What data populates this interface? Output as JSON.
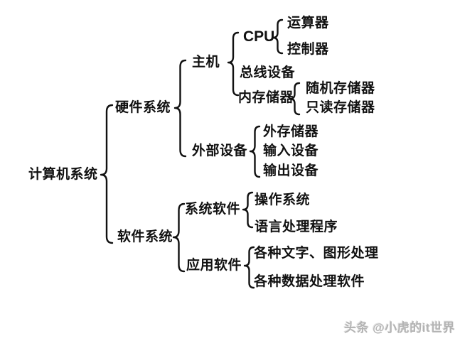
{
  "diagram": {
    "type": "tree-diagram",
    "tree": {
      "root": "计算机系统",
      "children": [
        {
          "label": "硬件系统",
          "children": [
            {
              "label": "主机",
              "children": [
                {
                  "label": "CPU",
                  "children": [
                    {
                      "label": "运算器"
                    },
                    {
                      "label": "控制器"
                    }
                  ]
                },
                {
                  "label": "总线设备"
                },
                {
                  "label": "内存储器",
                  "children": [
                    {
                      "label": "随机存储器"
                    },
                    {
                      "label": "只读存储器"
                    }
                  ]
                }
              ]
            },
            {
              "label": "外部设备",
              "children": [
                {
                  "label": "外存储器"
                },
                {
                  "label": "输入设备"
                },
                {
                  "label": "输出设备"
                }
              ]
            }
          ]
        },
        {
          "label": "软件系统",
          "children": [
            {
              "label": "系统软件",
              "children": [
                {
                  "label": "操作系统"
                },
                {
                  "label": "语言处理程序"
                }
              ]
            },
            {
              "label": "应用软件",
              "children": [
                {
                  "label": "各种文字、图形处理"
                },
                {
                  "label": "各种数据处理软件"
                }
              ]
            }
          ]
        }
      ]
    },
    "colors": {
      "background": "#ffffff",
      "text": "#111111",
      "watermark": "#b3b3b3"
    }
  },
  "watermark": {
    "text": "头条 @小虎的it世界"
  }
}
